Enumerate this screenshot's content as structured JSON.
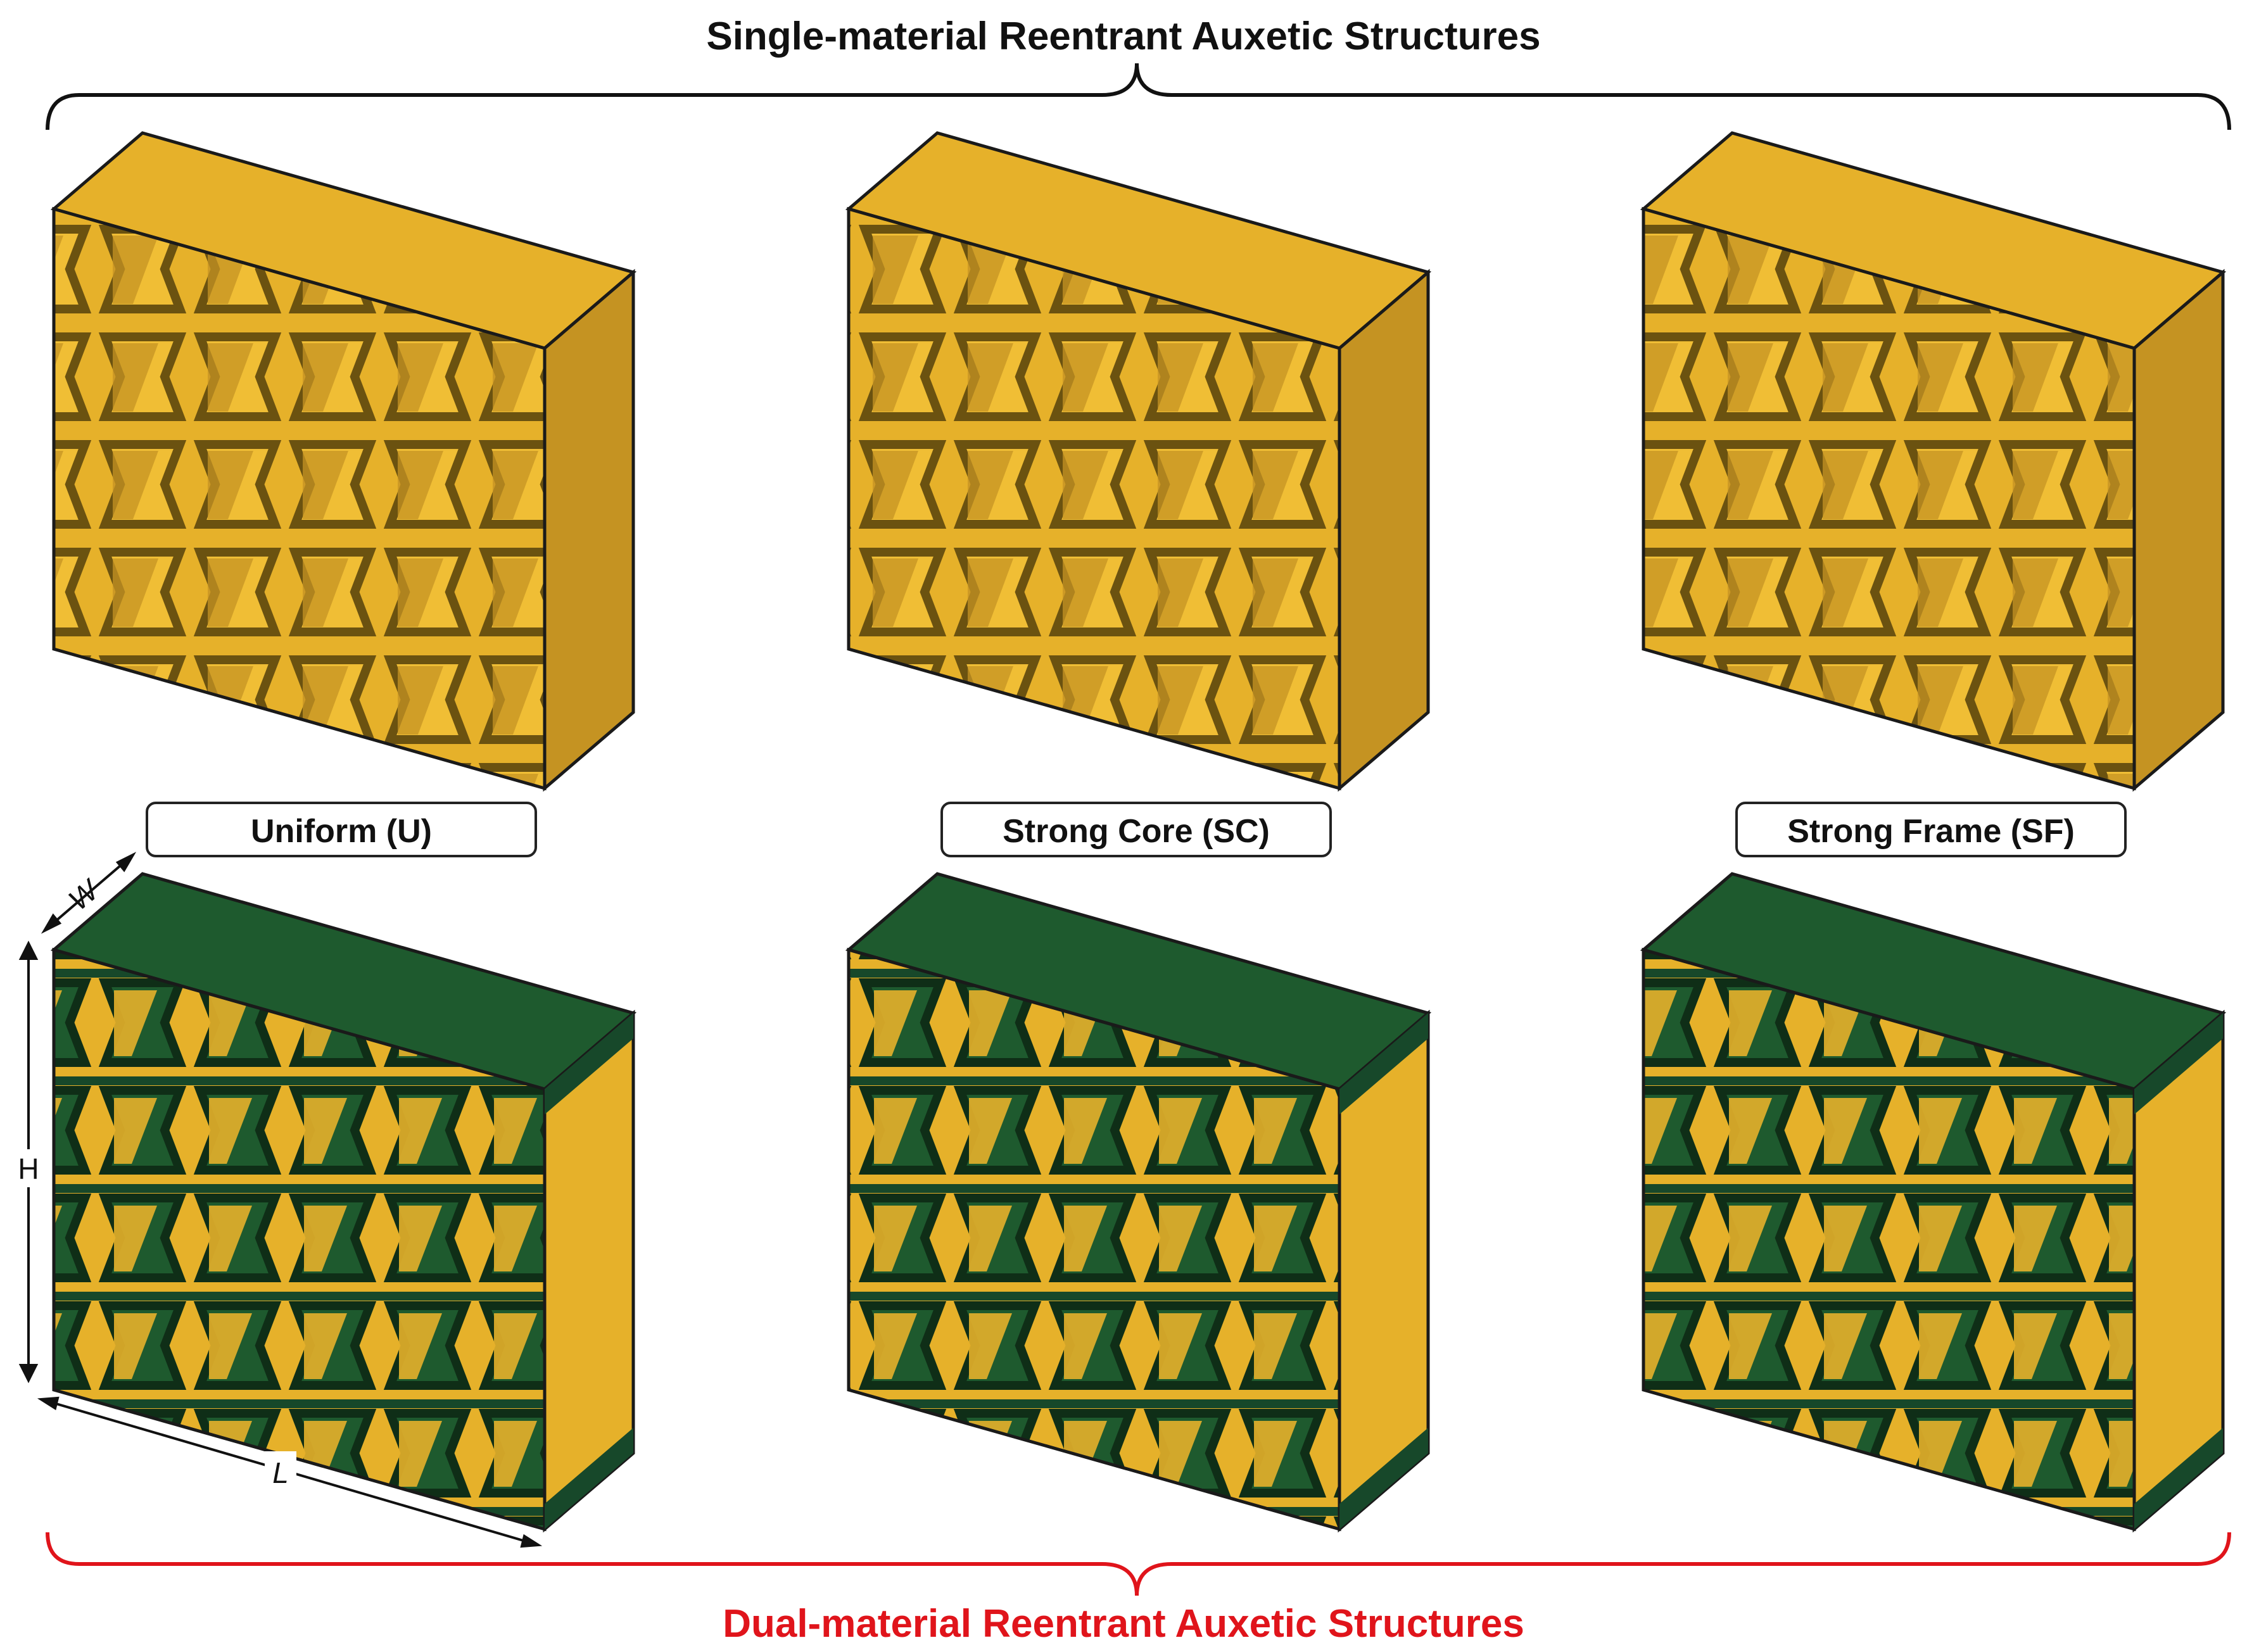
{
  "top_heading": "Single-material Reentrant Auxetic Structures",
  "bottom_heading": "Dual-material Reentrant Auxetic Structures",
  "labels": [
    "Uniform (U)",
    "Strong Core (SC)",
    "Strong Frame (SF)"
  ],
  "dimensions": {
    "width": "W",
    "height": "H",
    "length": "L"
  },
  "colors": {
    "gold": "#E6B12A",
    "gold_dark": "#C59322",
    "gold_edge": "#6B5210",
    "green": "#1E5A2E",
    "green_dark": "#17482A",
    "outline": "#1a1a1a",
    "accent_red": "#E0141B"
  }
}
